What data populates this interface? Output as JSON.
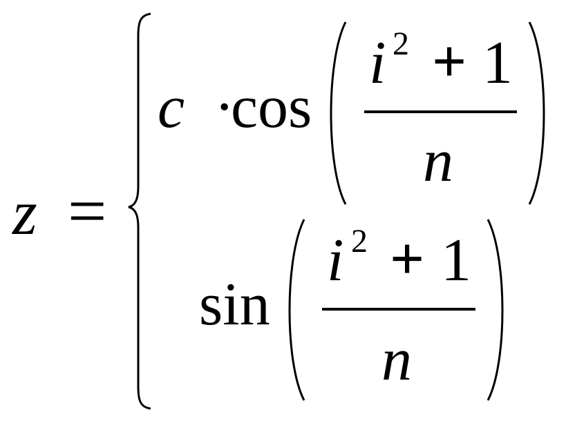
{
  "equation": {
    "lhs": {
      "var": "z",
      "eq": "="
    },
    "case1": {
      "coef": "c",
      "dot": "·",
      "func": "cos",
      "num": {
        "base": "i",
        "exp": "2",
        "plus": "+",
        "one": "1"
      },
      "den": "n"
    },
    "case2": {
      "func": "sin",
      "num": {
        "base": "i",
        "exp": "2",
        "plus": "+",
        "one": "1"
      },
      "den": "n"
    }
  }
}
